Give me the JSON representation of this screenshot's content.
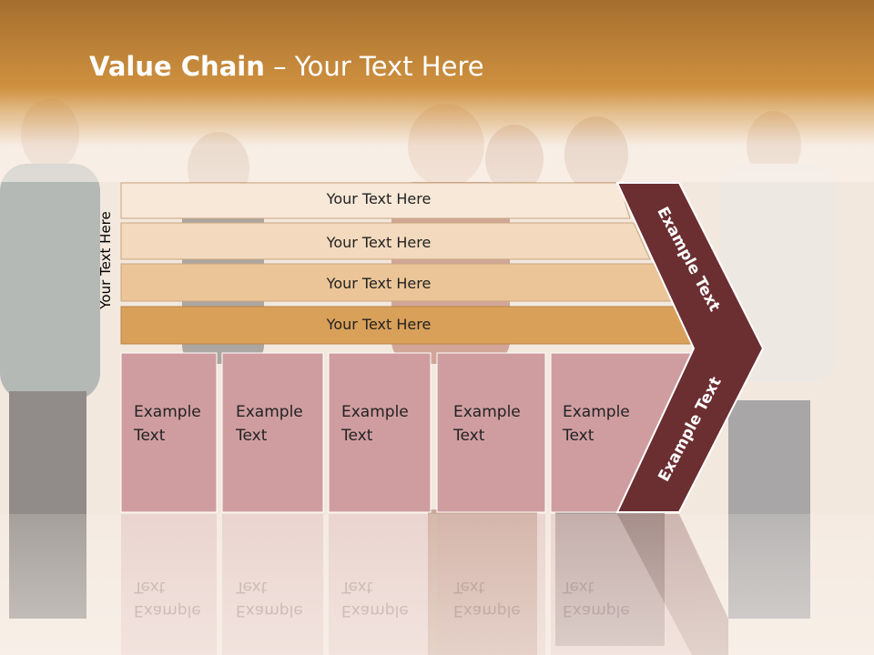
{
  "title": {
    "bold": "Value Chain",
    "rest": " – Your Text Here"
  },
  "side_label": "Your Text Here",
  "rows": [
    {
      "label": "Your Text Here"
    },
    {
      "label": "Your Text Here"
    },
    {
      "label": "Your Text Here"
    },
    {
      "label": "Your Text Here"
    }
  ],
  "boxes": [
    {
      "line1": "Example",
      "line2": "Text"
    },
    {
      "line1": "Example",
      "line2": "Text"
    },
    {
      "line1": "Example",
      "line2": "Text"
    },
    {
      "line1": "Example",
      "line2": "Text"
    },
    {
      "line1": "Example",
      "line2": "Text"
    }
  ],
  "arrow_top": "Example Text",
  "arrow_bottom": "Example Text",
  "colors": {
    "header": "#c8893a",
    "row1": "#f7e8d8",
    "row2": "#f3d9bd",
    "row3": "#ebc598",
    "row4": "#d9a05a",
    "box": "#cf9da0",
    "arrow": "#6b2e31"
  }
}
